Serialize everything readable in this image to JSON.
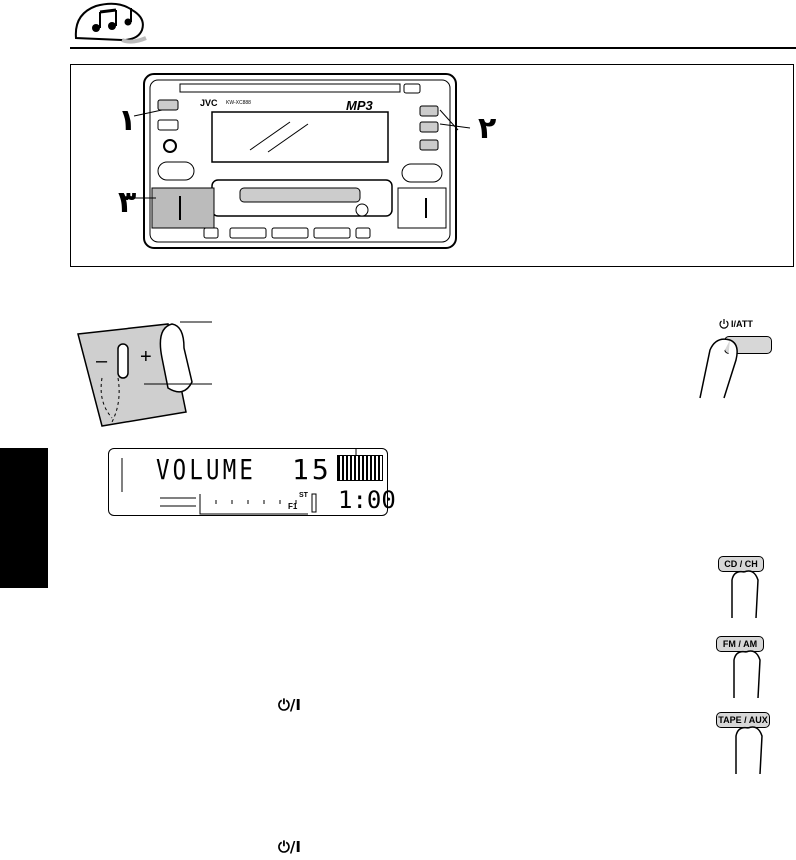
{
  "device": {
    "brand": "JVC",
    "model": "KW-XC888",
    "format_logo": "MP3"
  },
  "callouts": {
    "one": "١",
    "two": "٢",
    "three": "٣"
  },
  "lcd": {
    "main_text": "VOLUME",
    "level": "15",
    "clock": "1:00",
    "indicator_st": "ST",
    "indicator_f1": "F1"
  },
  "buttons": {
    "att_label": "I/ATT",
    "cd_ch": "CD / CH",
    "fm_am": "FM / AM",
    "tape_aux": "TAPE / AUX"
  },
  "knob": {
    "minus": "–",
    "plus": "+"
  },
  "power_symbol": "⏻/I",
  "icon_names": {
    "section": "music-notes-icon",
    "power": "power-standby-icon"
  },
  "colors": {
    "side_tab": "#000000",
    "button_fill": "#d7d7d7"
  }
}
